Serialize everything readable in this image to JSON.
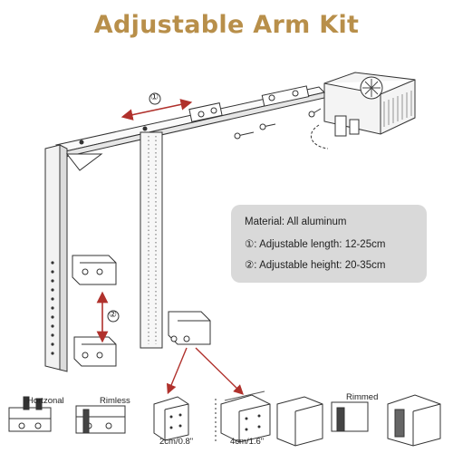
{
  "title": "Adjustable Arm Kit",
  "callouts": {
    "marker_1": "①",
    "marker_2": "②"
  },
  "specs": {
    "material": "Material: All aluminum",
    "length": "①: Adjustable length: 12-25cm",
    "height": "②: Adjustable height: 20-35cm"
  },
  "mounting_labels": {
    "horizontal": "Hortzonal",
    "rimless": "Rimless",
    "small_bracket": "2cm/0.8\"",
    "large_bracket": "4cm/1.6\"",
    "rimmed": "Rimmed"
  },
  "colors": {
    "title": "#b88f4a",
    "arrow": "#b0312c",
    "info_box": "#d9d9d9"
  }
}
